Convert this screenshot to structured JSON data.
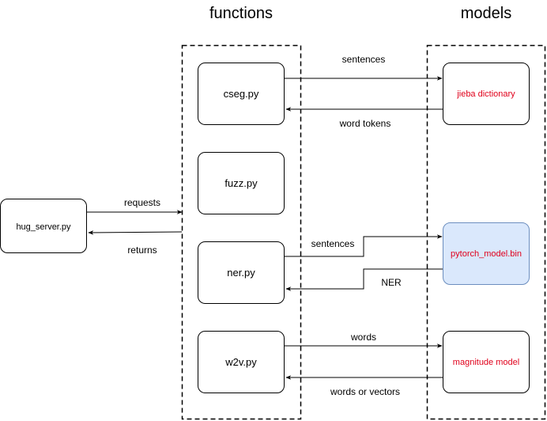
{
  "titles": {
    "functions": "functions",
    "models": "models"
  },
  "nodes": {
    "hug_server": "hug_server.py",
    "cseg": "cseg.py",
    "fuzz": "fuzz.py",
    "ner": "ner.py",
    "w2v": "w2v.py",
    "jieba": "jieba dictionary",
    "pytorch": "pytorch_model.bin",
    "magnitude": "magnitude model"
  },
  "edges": {
    "requests": "requests",
    "returns": "returns",
    "cseg_sentences": "sentences",
    "cseg_tokens": "word tokens",
    "ner_sentences": "sentences",
    "ner_result": "NER",
    "w2v_words": "words",
    "w2v_vectors": "words or vectors"
  },
  "colors": {
    "line": "#000000",
    "model_text": "#e0001b",
    "highlight_fill": "#dae8fc",
    "highlight_stroke": "#6c8ebf"
  }
}
